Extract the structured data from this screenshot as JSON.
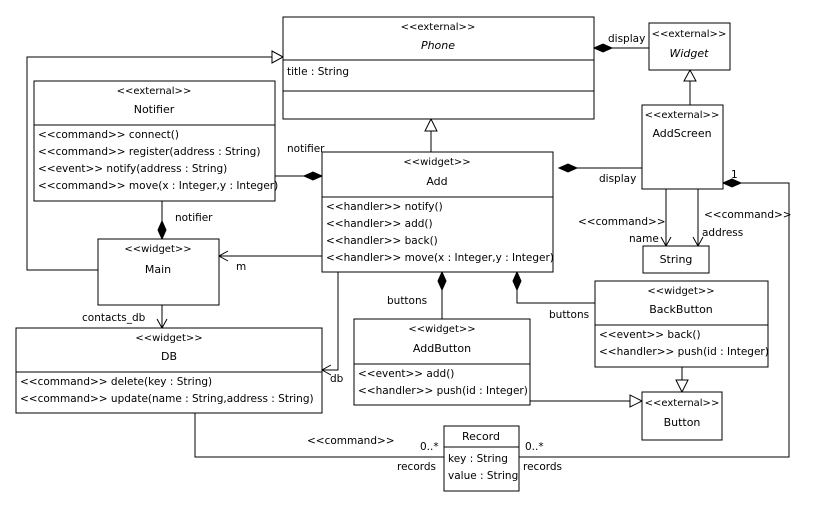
{
  "classes": {
    "phone": {
      "stereotype": "<<external>>",
      "name": "Phone",
      "attrs": [
        "title : String"
      ],
      "ops": []
    },
    "widget": {
      "stereotype": "<<external>>",
      "name": "Widget"
    },
    "notifier": {
      "stereotype": "<<external>>",
      "name": "Notifier",
      "ops": [
        "<<command>> connect()",
        "<<command>> register(address : String)",
        "<<event>> notify(address : String)",
        "<<command>> move(x : Integer,y : Integer)"
      ]
    },
    "add": {
      "stereotype": "<<widget>>",
      "name": "Add",
      "ops": [
        "<<handler>> notify()",
        "<<handler>> add()",
        "<<handler>> back()",
        "<<handler>> move(x : Integer,y : Integer)"
      ]
    },
    "addscreen": {
      "stereotype": "<<external>>",
      "name": "AddScreen"
    },
    "main": {
      "stereotype": "<<widget>>",
      "name": "Main"
    },
    "string": {
      "name": "String"
    },
    "db": {
      "stereotype": "<<widget>>",
      "name": "DB",
      "ops": [
        "<<command>> delete(key : String)",
        "<<command>> update(name : String,address : String)"
      ]
    },
    "addbutton": {
      "stereotype": "<<widget>>",
      "name": "AddButton",
      "ops": [
        "<<event>> add()",
        "<<handler>> push(id : Integer)"
      ]
    },
    "backbutton": {
      "stereotype": "<<widget>>",
      "name": "BackButton",
      "ops": [
        "<<event>> back()",
        "<<handler>> push(id : Integer)"
      ]
    },
    "button": {
      "stereotype": "<<external>>",
      "name": "Button"
    },
    "record": {
      "name": "Record",
      "attrs": [
        "key : String",
        "value : String"
      ]
    }
  },
  "labels": {
    "phone_display": "display",
    "notifier_add": "notifier",
    "notifier_main": "notifier",
    "addscreen_display": "display",
    "addscreen_mult": "1",
    "cmd_name": "<<command>>",
    "name": "name",
    "cmd_address": "<<command>>",
    "address": "address",
    "m": "m",
    "contacts_db": "contacts_db",
    "db": "db",
    "buttons_add": "buttons",
    "buttons_back": "buttons",
    "records_cmd": "<<command>>",
    "records_left_mult": "0..*",
    "records_left": "records",
    "records_right_mult": "0..*",
    "records_right": "records"
  }
}
